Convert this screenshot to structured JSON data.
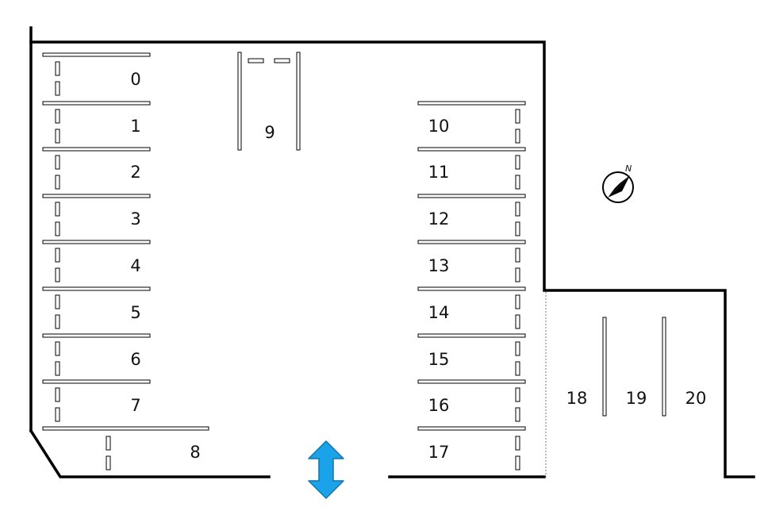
{
  "colors": {
    "line": "#000000",
    "stripe_fill": "#d8d8d8",
    "arrow": "#1aa3e8",
    "arrow_stroke": "#0d74b0"
  },
  "spaces": {
    "s0": "0",
    "s1": "1",
    "s2": "2",
    "s3": "3",
    "s4": "4",
    "s5": "5",
    "s6": "6",
    "s7": "7",
    "s8": "8",
    "s9": "9",
    "s10": "10",
    "s11": "11",
    "s12": "12",
    "s13": "13",
    "s14": "14",
    "s15": "15",
    "s16": "16",
    "s17": "17",
    "s18": "18",
    "s19": "19",
    "s20": "20"
  },
  "compass": {
    "label": "N",
    "icon": "compass-north-icon"
  },
  "entrance": {
    "icon": "double-arrow-vertical-icon"
  }
}
